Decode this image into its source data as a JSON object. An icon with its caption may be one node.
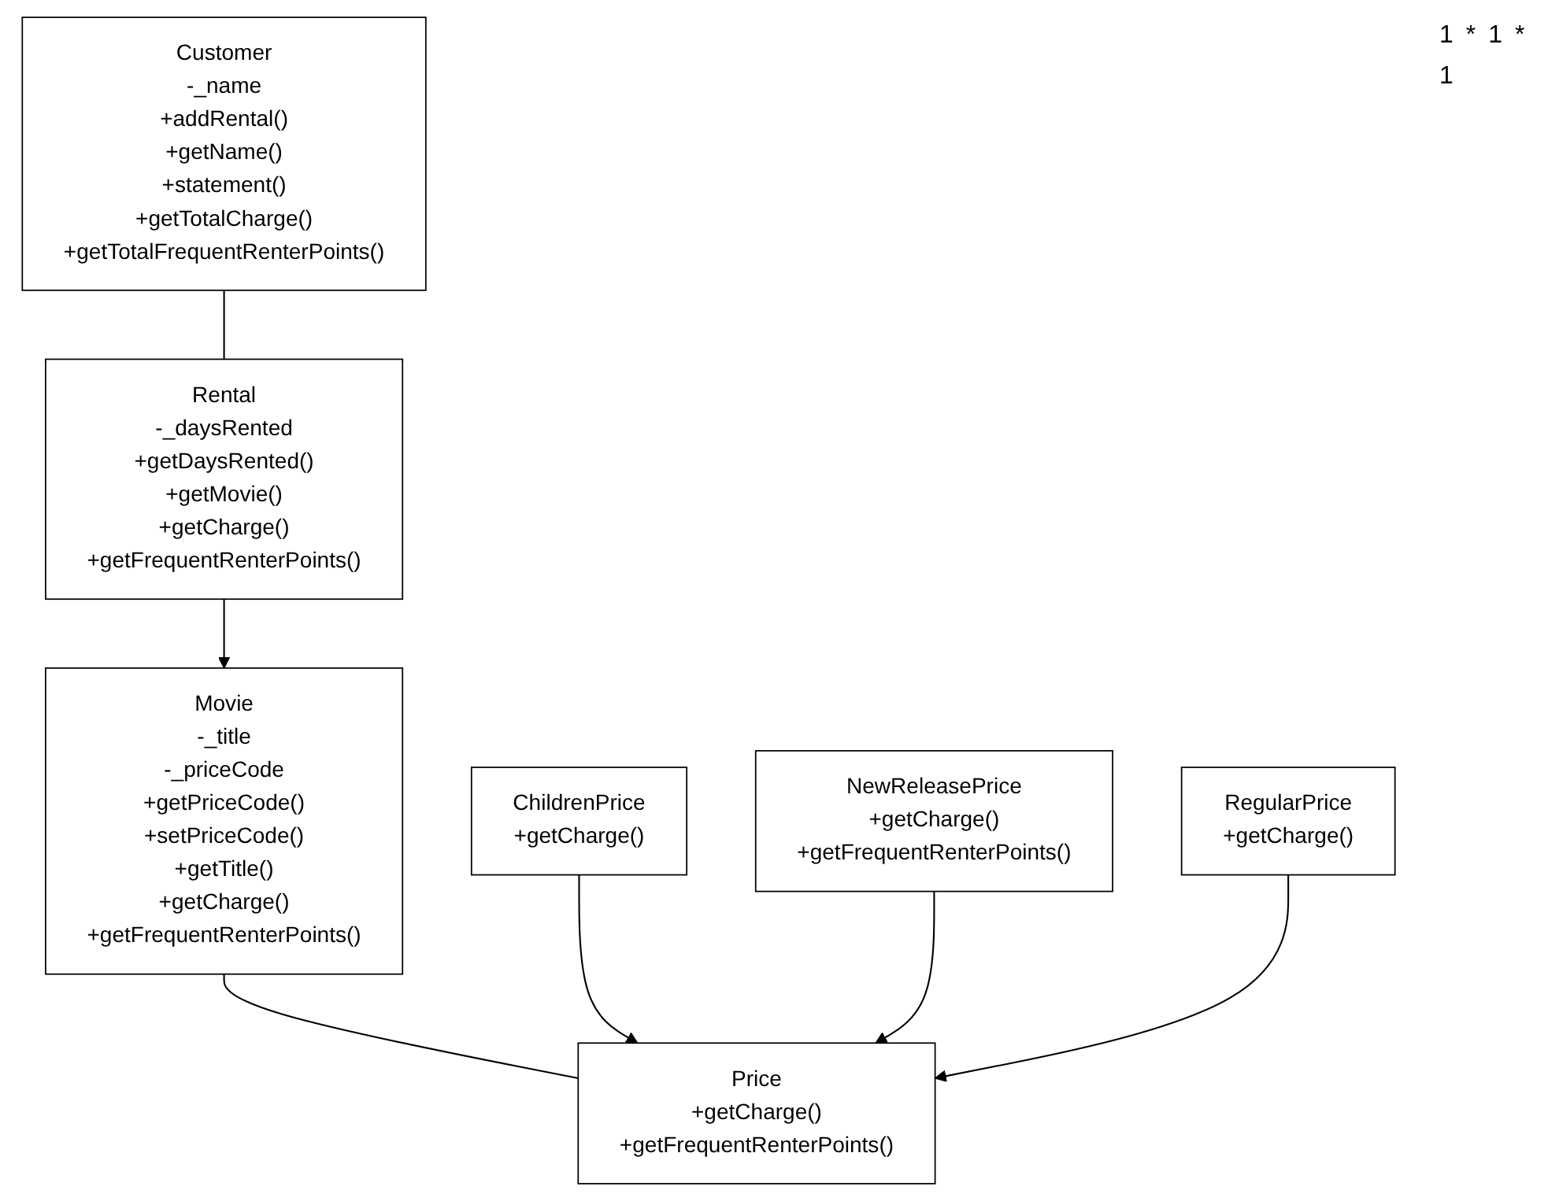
{
  "diagram": {
    "nodes": [
      {
        "text": [
          "Movie",
          "-_title",
          "-_priceCode",
          "+getPriceCode()",
          "+setPriceCode()",
          "+getTitle()",
          "+getCharge()",
          "+getFrequentRenterPoints()"
        ]
      },
      {
        "text": [
          "Rental",
          "-_daysRented",
          "+getDaysRented()",
          "+getMovie()",
          "+getCharge()",
          "+getFrequentRenterPoints()"
        ]
      },
      {
        "text": [
          "Customer",
          "-_name",
          "+addRental()",
          "+getName()",
          "+statement()",
          "+getTotalCharge()",
          "+getTotalFrequentRenterPoints()"
        ]
      },
      {
        "text": [
          "Price",
          "+getCharge()",
          "+getFrequentRenterPoints()"
        ]
      },
      {
        "text": [
          "ChildrenPrice",
          "+getCharge()"
        ]
      },
      {
        "text": [
          "NewReleasePrice",
          "+getCharge()",
          "+getFrequentRenterPoints()"
        ]
      },
      {
        "text": [
          "RegularPrice",
          "+getCharge()"
        ]
      }
    ],
    "edges": [
      {
        "from": 1,
        "to": 0,
        "arrow": "to"
      },
      {
        "from": 2,
        "to": 1,
        "arrow": "none"
      },
      {
        "from": 0,
        "to": 3,
        "arrow": "none"
      },
      {
        "from": 4,
        "to": 3,
        "arrow": "to"
      },
      {
        "from": 5,
        "to": 3,
        "arrow": "to"
      },
      {
        "from": 6,
        "to": 3,
        "arrow": "to"
      }
    ],
    "labels": [
      "1",
      "*",
      "1",
      "*",
      "1"
    ]
  }
}
